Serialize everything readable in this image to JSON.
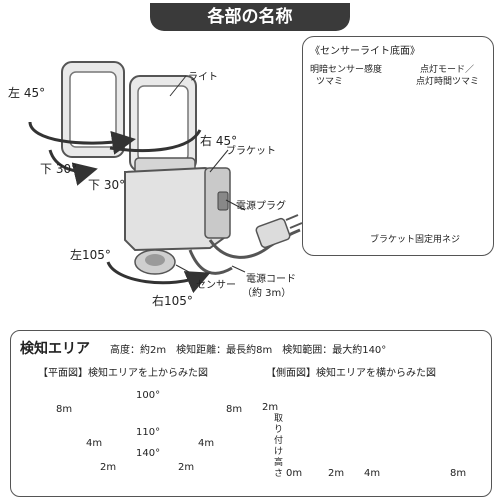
{
  "header": {
    "title": "各部の名称"
  },
  "main_labels": {
    "light": "ライト",
    "bracket": "ブラケット",
    "power_plug": "電源プラグ",
    "sensor": "センサー",
    "power_cord": "電源コード",
    "power_cord_length": "（約 3m）"
  },
  "angles": {
    "left_45": "左 45°",
    "right_45": "右 45°",
    "down_30_a": "下 30°",
    "down_30_b": "下 30°",
    "left_105": "左105°",
    "right_105": "右105°"
  },
  "inset": {
    "title": "《センサーライト底面》",
    "knob_left_line1": "明暗センサー感度",
    "knob_left_line2": "ツマミ",
    "knob_right_line1": "点灯モード／",
    "knob_right_line2": "点灯時間ツマミ",
    "screw_label": "ブラケット固定用ネジ"
  },
  "detection": {
    "title": "検知エリア",
    "specs": "高度：約2m　検知距離：最長約8m　検知範囲：最大約140°",
    "plan_caption": "【平面図】検知エリアを上からみた図",
    "side_caption": "【側面図】検知エリアを横からみた図",
    "plan": {
      "angle_outer": "100°",
      "angle_mid": "110°",
      "angle_inner": "140°",
      "dist_8m": "8m",
      "dist_4m": "4m",
      "dist_2m": "2m"
    },
    "side": {
      "height": "2m",
      "mount_note": "取り付け高さ",
      "x_0": "0m",
      "x_2": "2m",
      "x_4": "4m",
      "x_8": "8m"
    }
  },
  "colors": {
    "banner": "#3a3a3a",
    "zone_dark": "#8a8a8a",
    "zone_mid": "#b5b5b5",
    "zone_light": "#dcdcdc",
    "arrow": "#333333"
  }
}
